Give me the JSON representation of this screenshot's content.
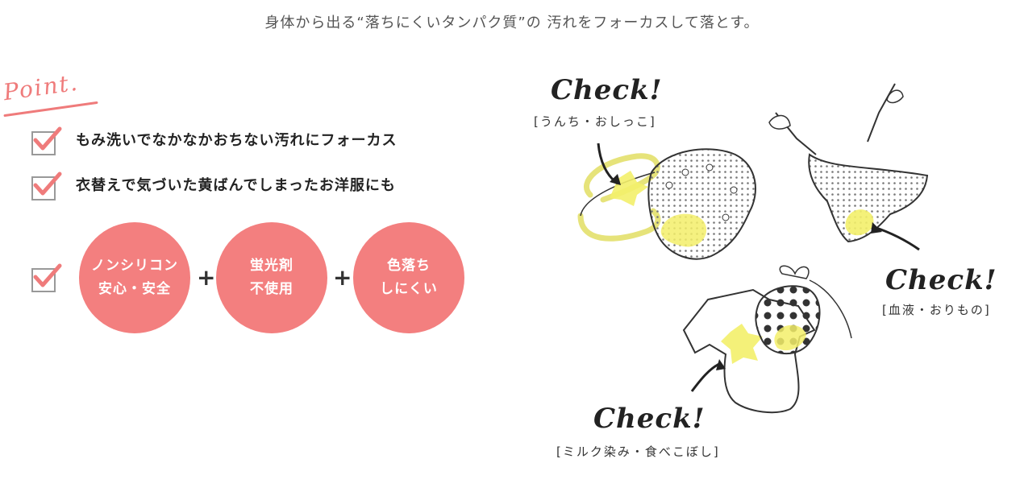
{
  "headline": "身体から出る“落ちにくいタンパク質”の 汚れをフォーカスして落とす。",
  "point_logo": "Point.",
  "points": [
    "もみ洗いでなかなかおちない汚れにフォーカス",
    "衣替えで気づいた黄ばんでしまったお洋服にも"
  ],
  "features": [
    {
      "line1": "ノンシリコン",
      "line2": "安心・安全"
    },
    {
      "line1": "蛍光剤",
      "line2": "不使用"
    },
    {
      "line1": "色落ち",
      "line2": "しにくい"
    }
  ],
  "plus_sign": "+",
  "checks": [
    {
      "title": "Check!",
      "subtitle": "[うんち・おしっこ]"
    },
    {
      "title": "Check!",
      "subtitle": "[血液・おりもの]"
    },
    {
      "title": "Check!",
      "subtitle": "[ミルク染み・食べこぼし]"
    }
  ],
  "colors": {
    "accent": "#f37f7f",
    "stain": "#f3ef6a"
  }
}
